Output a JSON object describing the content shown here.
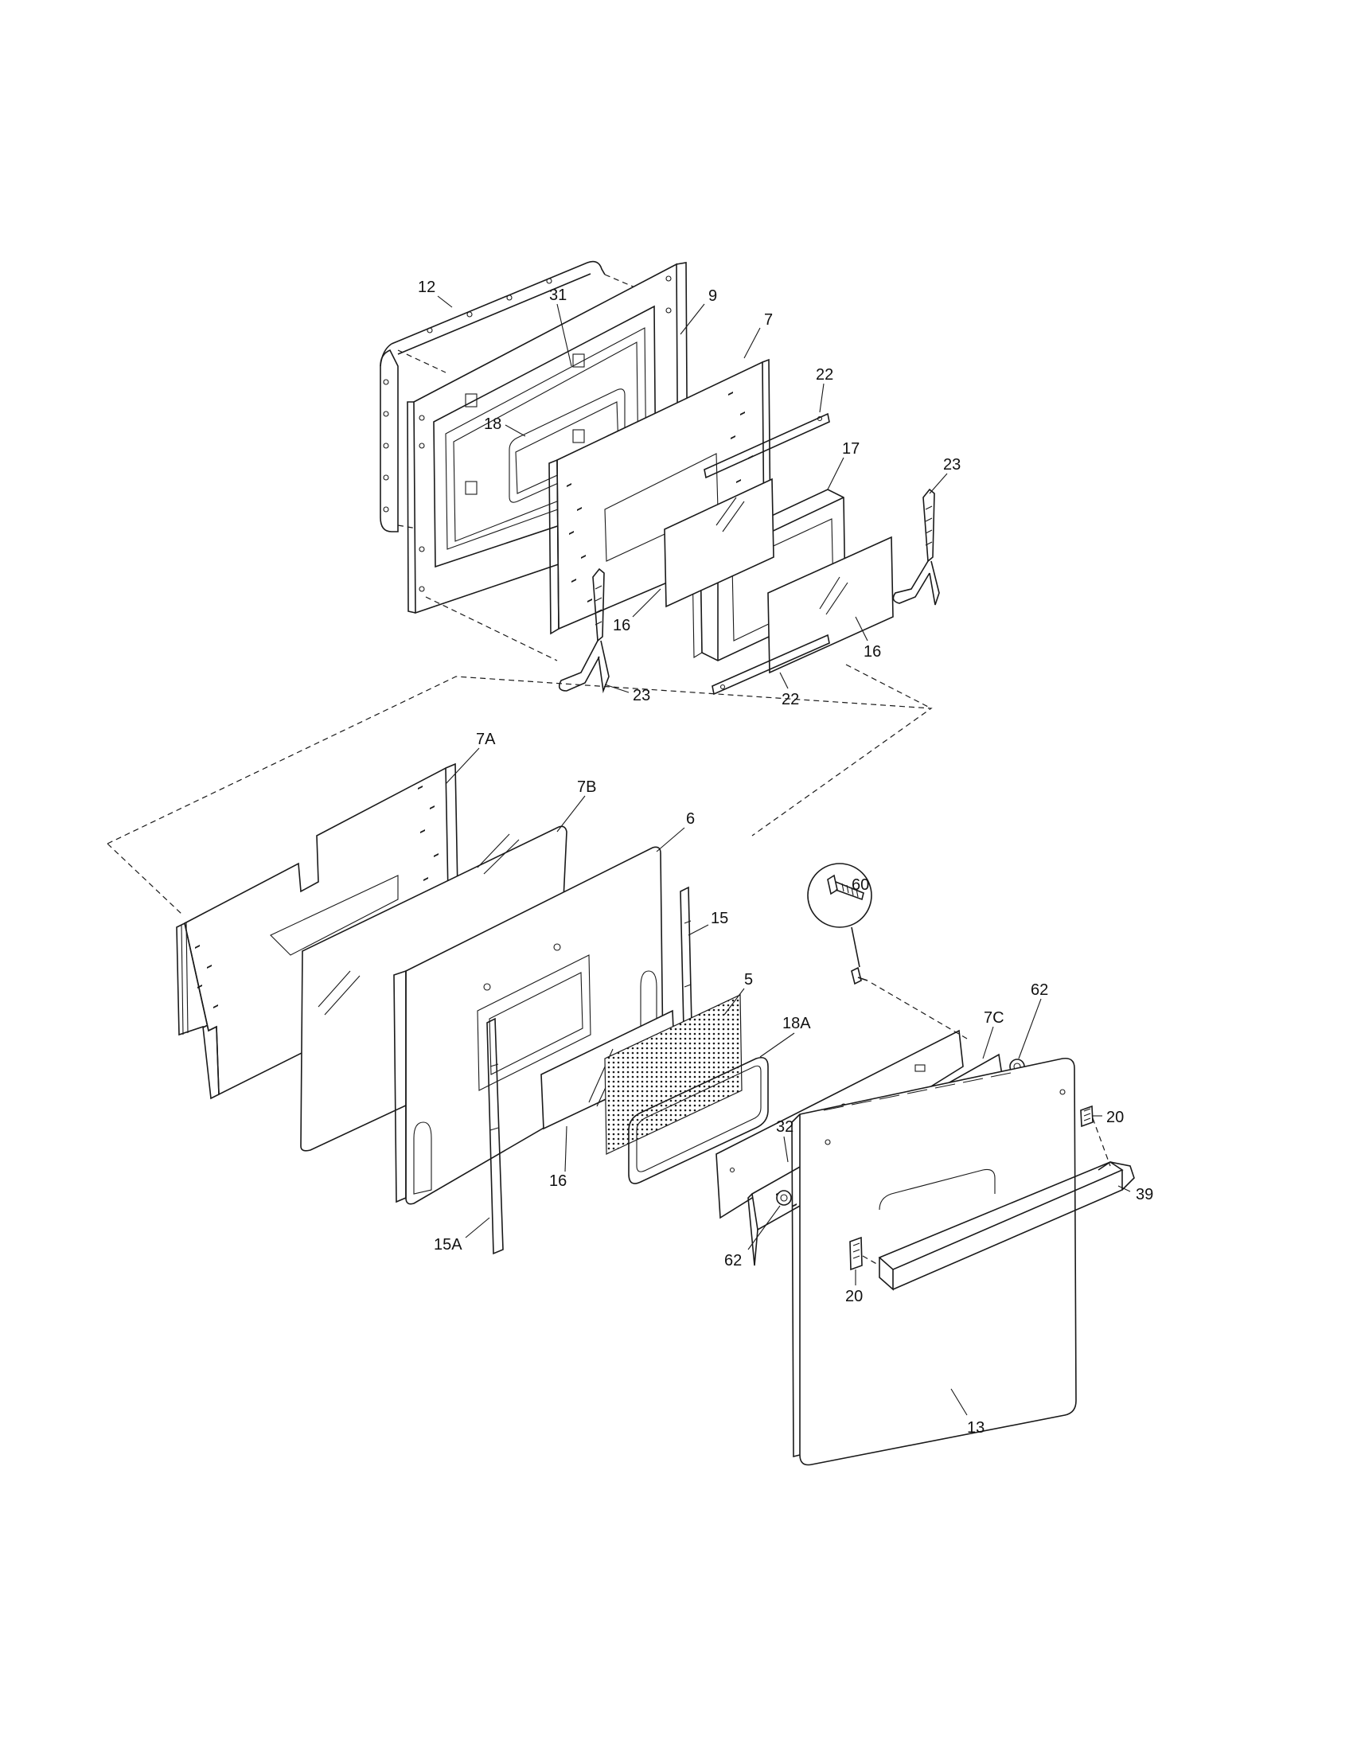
{
  "parts": [
    {
      "label": "12"
    },
    {
      "label": "31"
    },
    {
      "label": "9"
    },
    {
      "label": "7"
    },
    {
      "label": "22"
    },
    {
      "label": "18"
    },
    {
      "label": "17"
    },
    {
      "label": "23"
    },
    {
      "label": "16"
    },
    {
      "label": "16"
    },
    {
      "label": "23"
    },
    {
      "label": "22"
    },
    {
      "label": "7A"
    },
    {
      "label": "7B"
    },
    {
      "label": "6"
    },
    {
      "label": "15"
    },
    {
      "label": "60"
    },
    {
      "label": "5"
    },
    {
      "label": "18A"
    },
    {
      "label": "62"
    },
    {
      "label": "7C"
    },
    {
      "label": "20"
    },
    {
      "label": "32"
    },
    {
      "label": "39"
    },
    {
      "label": "16"
    },
    {
      "label": "15A"
    },
    {
      "label": "62"
    },
    {
      "label": "20"
    },
    {
      "label": "13"
    }
  ]
}
